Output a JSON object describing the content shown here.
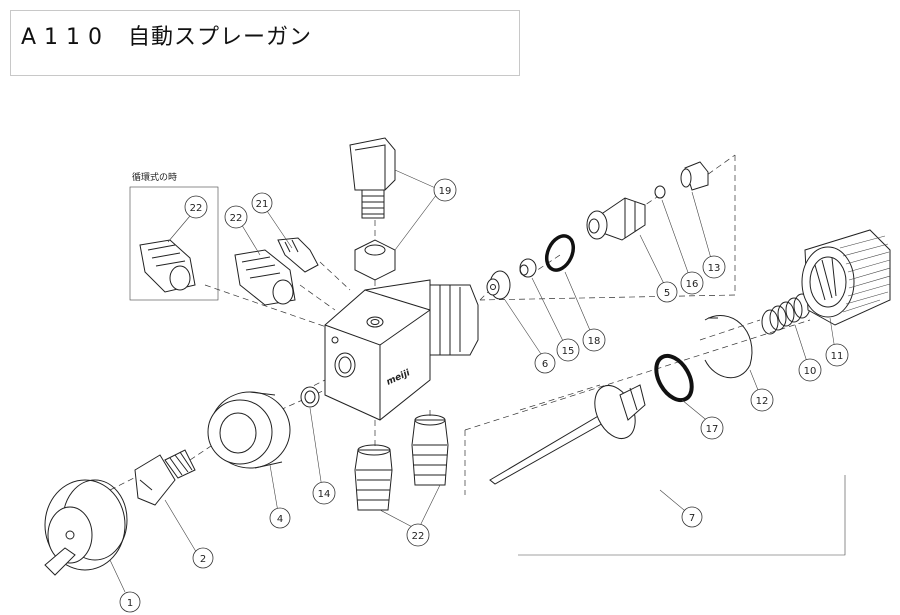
{
  "header": {
    "model_code": "A110",
    "product_name": "自動スプレーガン"
  },
  "diagram": {
    "inset_label": "循環式の時",
    "brand_mark": "meiji",
    "callouts": [
      "1",
      "2",
      "4",
      "5",
      "6",
      "7",
      "10",
      "11",
      "12",
      "13",
      "14",
      "15",
      "16",
      "17",
      "18",
      "19",
      "21",
      "22",
      "22",
      "22"
    ]
  }
}
